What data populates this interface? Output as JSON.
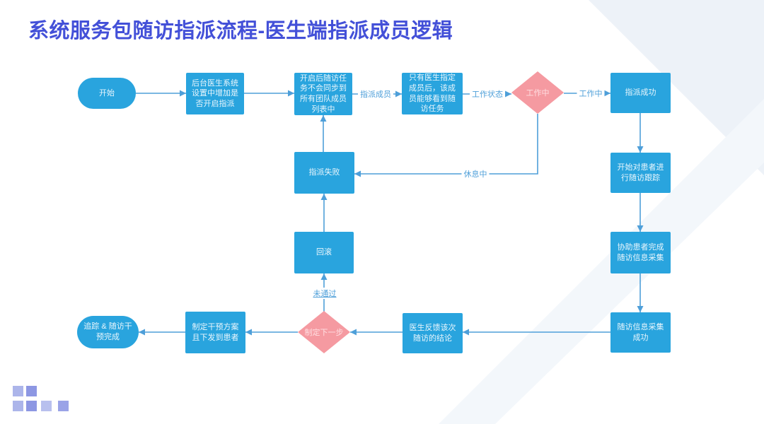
{
  "title": "系统服务包随访指派流程-医生端指派成员逻辑",
  "nodes": {
    "start": "开始",
    "backend_setting": "后台医生系统设置中增加是否开启指派",
    "no_sync": "开启后随访任务不会同步到所有团队成员列表中",
    "only_assigned": "只有医生指定成员后，该成员能够看到随访任务",
    "working_decision": "工作中",
    "assign_success": "指派成功",
    "assign_fail": "指派失败",
    "rollback": "回滚",
    "start_follow": "开始对患者进行随访跟踪",
    "assist_collect": "协助患者完成随访信息采集",
    "collect_success": "随访信息采集成功",
    "doctor_feedback": "医生反馈该次随访的结论",
    "next_step_decision": "制定下一步",
    "make_plan": "制定干预方案且下发到患者",
    "track_done": "追踪 & 随访干预完成"
  },
  "edge_labels": {
    "assign_member": "指派成员",
    "work_status": "工作状态",
    "working": "工作中",
    "resting": "休息中",
    "not_passed": "未通过"
  },
  "colors": {
    "title": "#4350d8",
    "node_fill": "#29a4de",
    "node_text": "#e9f6fd",
    "decision_fill": "#f59aa1",
    "decision_text": "#ffdfe2",
    "connector": "#4e9fd9",
    "decor_band": "#eef2f8",
    "decor_square_light": "#acb5ea",
    "decor_square_dark": "#8d97e3",
    "decor_square_light2": "#b8c0ee",
    "decor_square_mid": "#9aa3e7"
  }
}
